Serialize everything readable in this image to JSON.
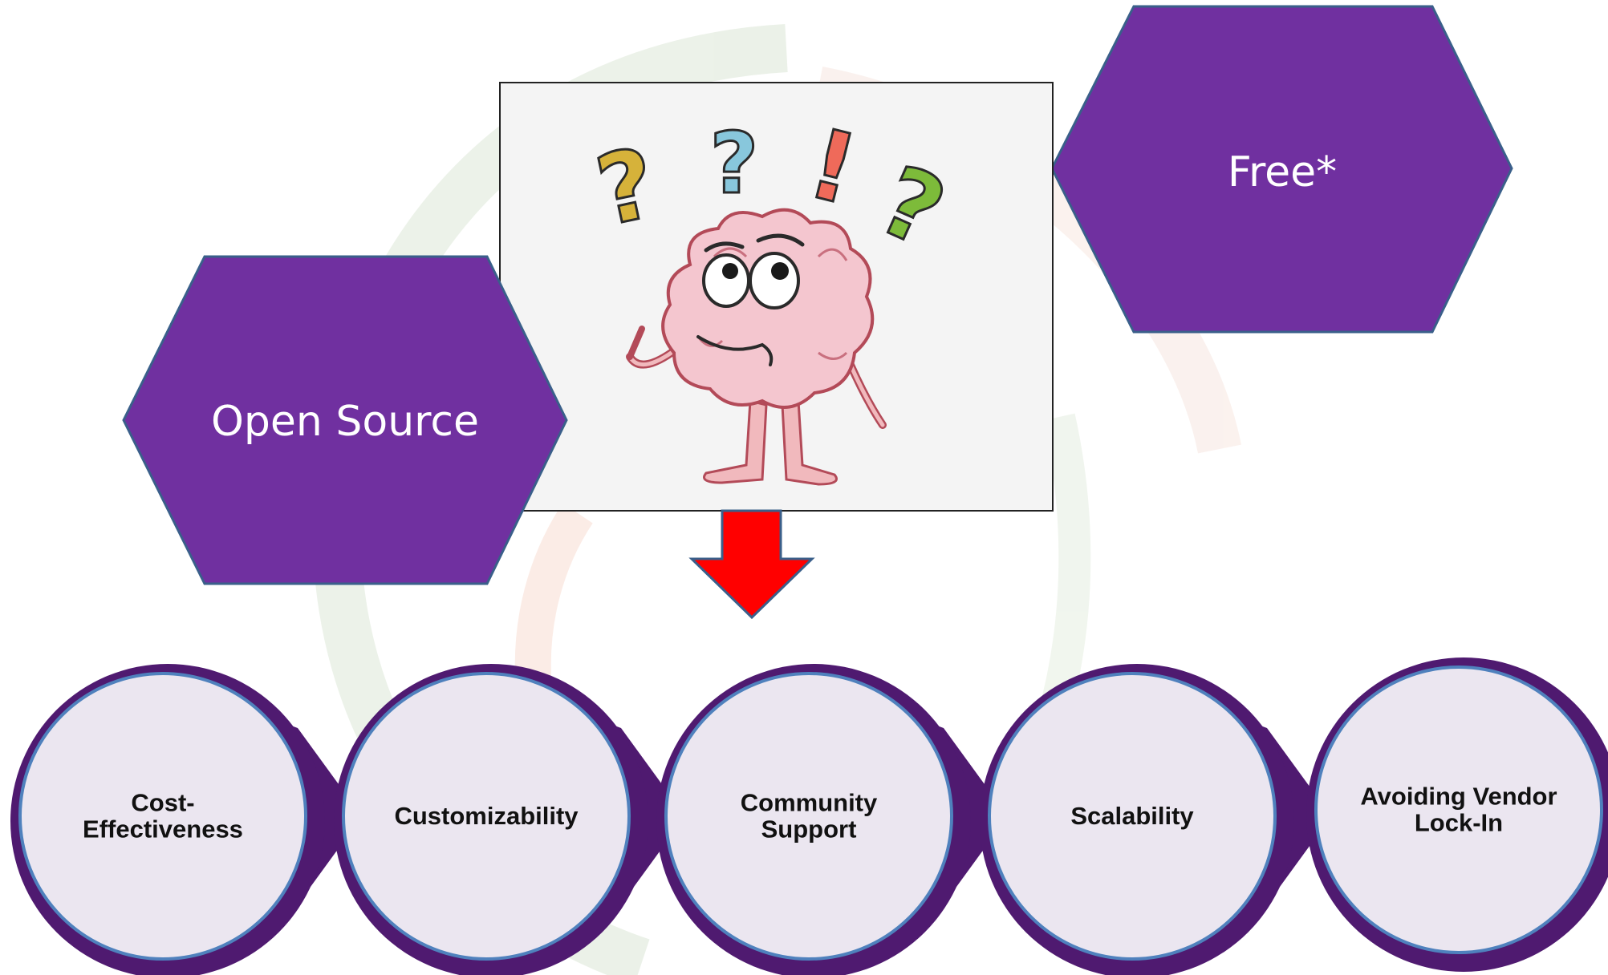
{
  "hexagons": [
    {
      "id": "free",
      "label": "Free*"
    },
    {
      "id": "open-source",
      "label": "Open Source"
    }
  ],
  "picture": {
    "icon": "confused-brain-icon",
    "marks": [
      "?",
      "?",
      "!",
      "?"
    ]
  },
  "arrow": {
    "icon": "down-arrow-icon",
    "color": "#ff0000"
  },
  "benefits": [
    {
      "lines": [
        "Cost-",
        "Effectiveness"
      ]
    },
    {
      "lines": [
        "Customizability"
      ]
    },
    {
      "lines": [
        "Community",
        "Support"
      ]
    },
    {
      "lines": [
        "Scalability"
      ]
    },
    {
      "lines": [
        "Avoiding Vendor",
        "Lock-In"
      ]
    }
  ],
  "colors": {
    "hexagon_fill": "#7030a0",
    "circle_fill": "#ebe6f0",
    "circle_border": "#4f81bd",
    "chevron": "#4f1a70",
    "arrow": "#ff0000"
  }
}
